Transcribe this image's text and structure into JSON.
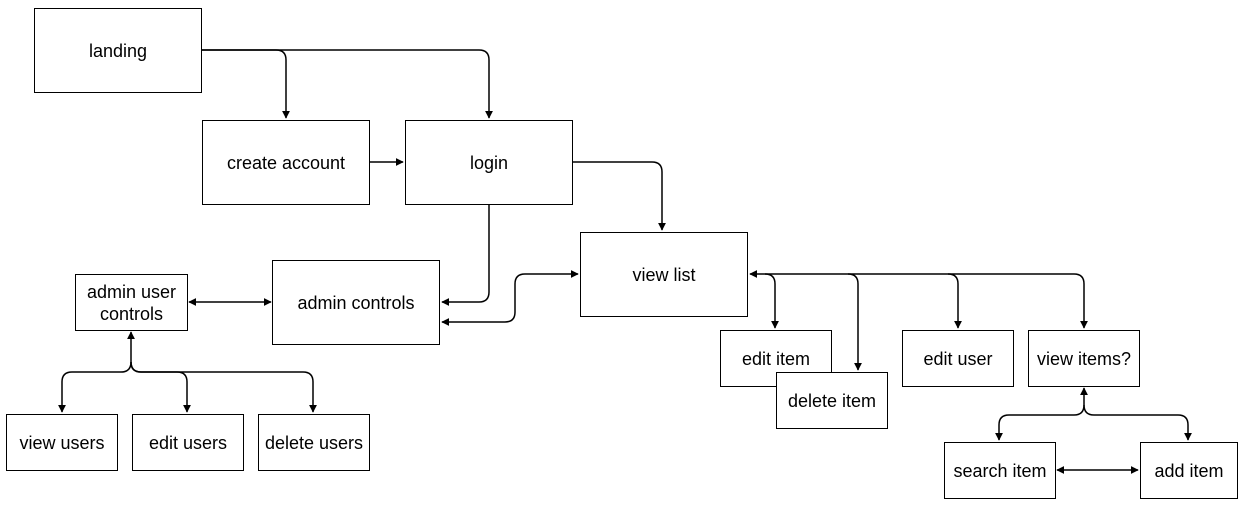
{
  "nodes": {
    "landing": "landing",
    "create_account": "create account",
    "login": "login",
    "view_list": "view list",
    "admin_user_controls": "admin user controls",
    "admin_controls": "admin controls",
    "edit_item": "edit item",
    "delete_item": "delete item",
    "edit_user": "edit user",
    "view_items": "view items?",
    "view_users": "view users",
    "edit_users": "edit users",
    "delete_users": "delete users",
    "search_item": "search item",
    "add_item": "add item"
  },
  "colors": {
    "stroke": "#000000",
    "fill": "#ffffff"
  }
}
